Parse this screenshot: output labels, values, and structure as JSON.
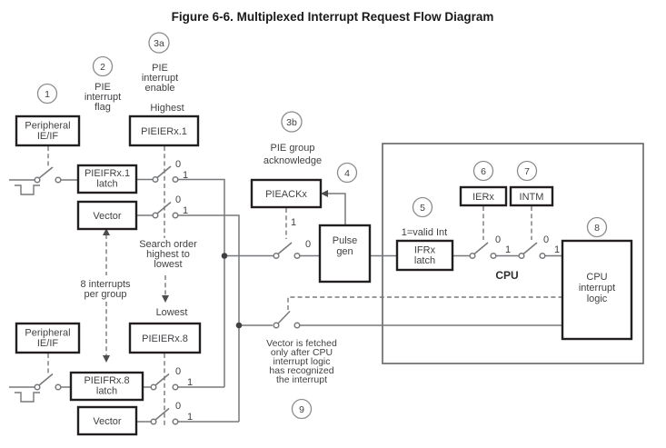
{
  "title": "Figure 6-6. Multiplexed Interrupt Request Flow Diagram",
  "badges": {
    "b1": "1",
    "b2": "2",
    "b3a": "3a",
    "b3b": "3b",
    "b4": "4",
    "b5": "5",
    "b6": "6",
    "b7": "7",
    "b8": "8",
    "b9": "9"
  },
  "sw": {
    "zero": "0",
    "one": "1"
  },
  "boxes": {
    "peripheral_top": [
      "Peripheral",
      "IE/IF"
    ],
    "pieier1": "PIEIERx.1",
    "pieifr1": [
      "PIEIFRx.1",
      "latch"
    ],
    "vector_top": "Vector",
    "pieack": "PIEACKx",
    "pulse_gen": [
      "Pulse",
      "gen"
    ],
    "ifrx": [
      "IFRx",
      "latch"
    ],
    "ierx": "IERx",
    "intm": "INTM",
    "cpu_logic": [
      "CPU",
      "interrupt",
      "logic"
    ],
    "peripheral_bottom": [
      "Peripheral",
      "IE/IF"
    ],
    "pieier8": "PIEIERx.8",
    "pieifr8": [
      "PIEIFRx.8",
      "latch"
    ],
    "vector_bottom": "Vector"
  },
  "annotations": {
    "pie_interrupt_flag": [
      "PIE",
      "interrupt",
      "flag"
    ],
    "pie_interrupt_enable": [
      "PIE",
      "interrupt",
      "enable"
    ],
    "highest": "Highest",
    "lowest": "Lowest",
    "pie_group_ack": [
      "PIE group",
      "acknowledge"
    ],
    "search_order": [
      "Search order",
      "highest to",
      "lowest"
    ],
    "eight_interrupts": [
      "8 interrupts",
      "per group"
    ],
    "valid_int": "1=valid Int",
    "cpu": "CPU",
    "vector_fetch_note": [
      "Vector is fetched",
      "only after CPU",
      "interrupt logic",
      "has recognized",
      "the interrupt"
    ]
  },
  "colors": {
    "wire": "#77787b",
    "box_border": "#231f20",
    "text": "#414144",
    "title": "#1a1a1a",
    "background": "#ffffff"
  }
}
